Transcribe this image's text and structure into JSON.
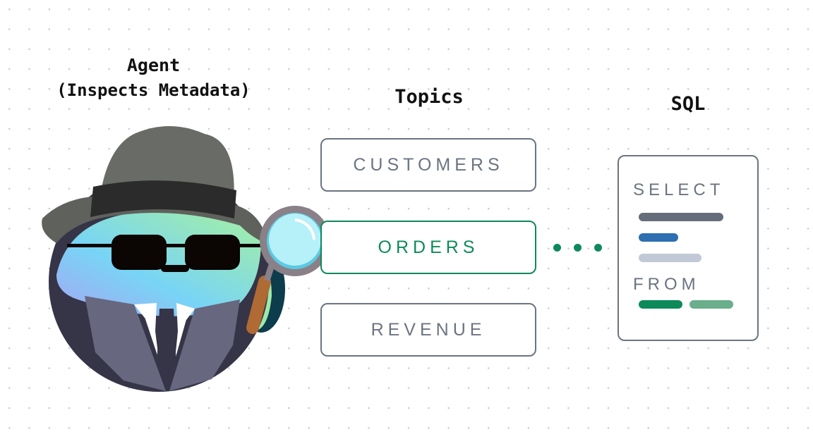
{
  "agent": {
    "title": "Agent",
    "subtitle": "(Inspects Metadata)",
    "icon": "detective-agent-icon"
  },
  "topics": {
    "title": "Topics",
    "items": [
      {
        "label": "CUSTOMERS",
        "active": false
      },
      {
        "label": "ORDERS",
        "active": true
      },
      {
        "label": "REVENUE",
        "active": false
      }
    ]
  },
  "sql": {
    "title": "SQL",
    "keywords": {
      "select": "SELECT",
      "from": "FROM"
    }
  },
  "colors": {
    "accent_green": "#0e8a5a",
    "neutral_border": "#6b7480",
    "bar_dark": "#666d7a",
    "bar_blue": "#2d6fb0",
    "bar_light": "#c2c9d6",
    "bar_green": "#0e8a5a",
    "bar_green_light": "#6aae8c"
  }
}
